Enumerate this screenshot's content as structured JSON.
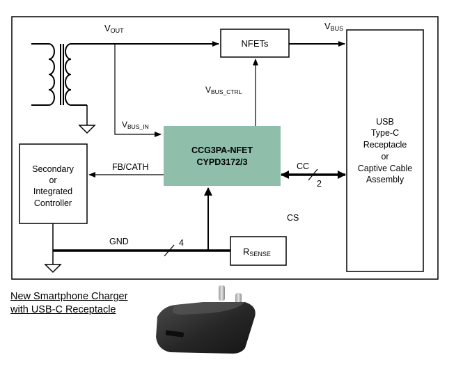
{
  "colors": {
    "chip_fill": "#8fbfaa",
    "stroke": "#000000"
  },
  "icons": {
    "transformer": "transformer-symbol-icon",
    "ground": "ground-symbol-icon",
    "charger": "charger-photo-icon"
  },
  "labels": {
    "vout": {
      "main": "V",
      "sub": "OUT"
    },
    "vbus": {
      "main": "V",
      "sub": "BUS"
    },
    "vbus_in": {
      "main": "V",
      "sub": "BUS_IN"
    },
    "vbus_ctrl": {
      "main": "V",
      "sub": "BUS_CTRL"
    },
    "fb_cath": "FB/CATH",
    "cc": "CC",
    "cc_count": "2",
    "cs": "CS",
    "gnd": "GND",
    "gnd_count": "4"
  },
  "blocks": {
    "nfets": "NFETs",
    "chip": [
      "CCG3PA-NFET",
      "CYPD3172/3"
    ],
    "secondary": [
      "Secondary",
      "or",
      "Integrated",
      "Controller"
    ],
    "usb": [
      "USB",
      "Type-C",
      "Receptacle",
      "or",
      "Captive Cable",
      "Assembly"
    ],
    "rsense": {
      "main": "R",
      "sub": "SENSE"
    }
  },
  "caption": [
    "New Smartphone Charger",
    "with USB-C Receptacle"
  ]
}
